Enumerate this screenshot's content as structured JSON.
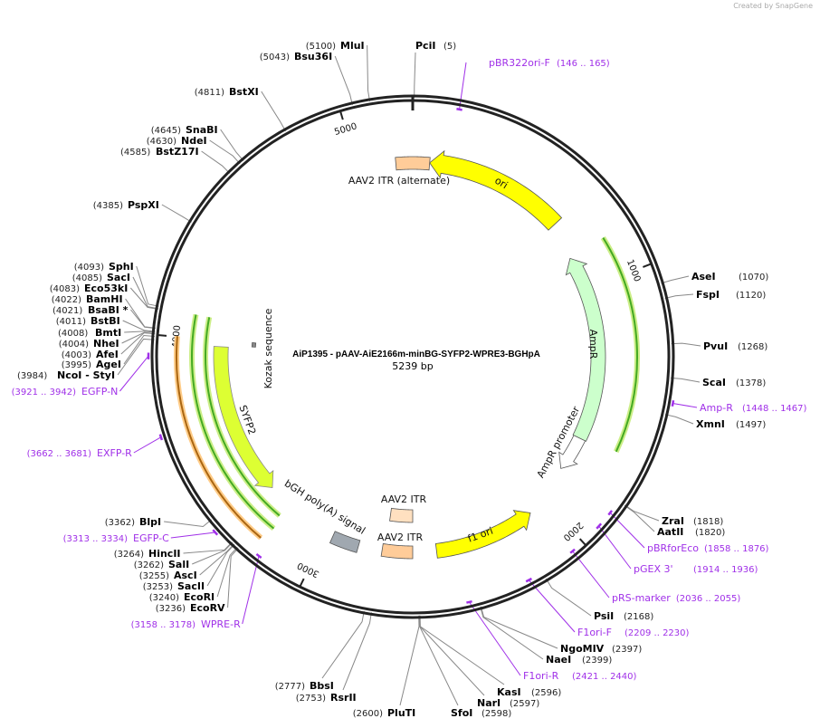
{
  "watermark": "Created by SnapGene",
  "map": {
    "title": "AiP1395 - pAAV-AiE2166m-minBG-SYFP2-WPRE3-BGHpA",
    "length": "5239 bp",
    "total_bp": 5239,
    "ticks": [
      "1000",
      "2000",
      "3000",
      "4000",
      "5000"
    ]
  },
  "colors": {
    "primer": "#a030e8",
    "ori": "#ffff00",
    "ampr": "#ccffcc",
    "itr": "#ffcc99",
    "syfp2": "#ddff33",
    "bgh": "#a0a8b0",
    "green_arc": "#44aa22",
    "orange_arc": "#ffcc88"
  },
  "enzymes": [
    {
      "name": "PciI",
      "pos": "(5)",
      "bp": 5
    },
    {
      "name": "AseI",
      "pos": "(1070)",
      "bp": 1070
    },
    {
      "name": "FspI",
      "pos": "(1120)",
      "bp": 1120
    },
    {
      "name": "PvuI",
      "pos": "(1268)",
      "bp": 1268
    },
    {
      "name": "ScaI",
      "pos": "(1378)",
      "bp": 1378
    },
    {
      "name": "XmnI",
      "pos": "(1497)",
      "bp": 1497
    },
    {
      "name": "ZraI",
      "pos": "(1818)",
      "bp": 1818
    },
    {
      "name": "AatII",
      "pos": "(1820)",
      "bp": 1820
    },
    {
      "name": "PsiI",
      "pos": "(2168)",
      "bp": 2168
    },
    {
      "name": "NgoMIV",
      "pos": "(2397)",
      "bp": 2397
    },
    {
      "name": "NaeI",
      "pos": "(2399)",
      "bp": 2399
    },
    {
      "name": "KasI",
      "pos": "(2596)",
      "bp": 2596
    },
    {
      "name": "NarI",
      "pos": "(2597)",
      "bp": 2597
    },
    {
      "name": "SfoI",
      "pos": "(2598)",
      "bp": 2598
    },
    {
      "name": "PluTI",
      "pos": "(2600)",
      "bp": 2600
    },
    {
      "name": "RsrII",
      "pos": "(2753)",
      "bp": 2753
    },
    {
      "name": "BbsI",
      "pos": "(2777)",
      "bp": 2777
    },
    {
      "name": "BlpI",
      "pos": "(3362)",
      "bp": 3362
    },
    {
      "name": "HincII",
      "pos": "(3264)",
      "bp": 3264
    },
    {
      "name": "SalI",
      "pos": "(3262)",
      "bp": 3262
    },
    {
      "name": "AscI",
      "pos": "(3255)",
      "bp": 3255
    },
    {
      "name": "SacII",
      "pos": "(3253)",
      "bp": 3253
    },
    {
      "name": "EcoRI",
      "pos": "(3240)",
      "bp": 3240
    },
    {
      "name": "EcoRV",
      "pos": "(3236)",
      "bp": 3236
    },
    {
      "name": "NcoI  - StyI",
      "pos": "(3984)",
      "bp": 3984
    },
    {
      "name": "AgeI",
      "pos": "(3995)",
      "bp": 3995
    },
    {
      "name": "AfeI",
      "pos": "(4003)",
      "bp": 4003
    },
    {
      "name": "NheI",
      "pos": "(4004)",
      "bp": 4004
    },
    {
      "name": "BmtI",
      "pos": "(4008)",
      "bp": 4008
    },
    {
      "name": "BstBI",
      "pos": "(4011)",
      "bp": 4011
    },
    {
      "name": "BsaBI *",
      "pos": "(4021)",
      "bp": 4021
    },
    {
      "name": "BamHI",
      "pos": "(4022)",
      "bp": 4022
    },
    {
      "name": "Eco53kI",
      "pos": "(4083)",
      "bp": 4083
    },
    {
      "name": "SacI",
      "pos": "(4085)",
      "bp": 4085
    },
    {
      "name": "SphI",
      "pos": "(4093)",
      "bp": 4093
    },
    {
      "name": "PspXI",
      "pos": "(4385)",
      "bp": 4385
    },
    {
      "name": "BstZ17I",
      "pos": "(4585)",
      "bp": 4585
    },
    {
      "name": "NdeI",
      "pos": "(4630)",
      "bp": 4630
    },
    {
      "name": "SnaBI",
      "pos": "(4645)",
      "bp": 4645
    },
    {
      "name": "BstXI",
      "pos": "(4811)",
      "bp": 4811
    },
    {
      "name": "Bsu36I",
      "pos": "(5043)",
      "bp": 5043
    },
    {
      "name": "MluI",
      "pos": "(5100)",
      "bp": 5100
    }
  ],
  "primers": [
    {
      "name": "pBR322ori-F",
      "range": "(146 .. 165)",
      "start": 146,
      "end": 165
    },
    {
      "name": "Amp-R",
      "range": "(1448 .. 1467)",
      "start": 1448,
      "end": 1467
    },
    {
      "name": "pBRforEco",
      "range": "(1858 .. 1876)",
      "start": 1858,
      "end": 1876
    },
    {
      "name": "pGEX 3'",
      "range": "(1914 .. 1936)",
      "start": 1914,
      "end": 1936
    },
    {
      "name": "pRS-marker",
      "range": "(2036 .. 2055)",
      "start": 2036,
      "end": 2055
    },
    {
      "name": "F1ori-F",
      "range": "(2209 .. 2230)",
      "start": 2209,
      "end": 2230
    },
    {
      "name": "F1ori-R",
      "range": "(2421 .. 2440)",
      "start": 2421,
      "end": 2440
    },
    {
      "name": "WPRE-R",
      "range": "(3158 .. 3178)",
      "start": 3158,
      "end": 3178
    },
    {
      "name": "EGFP-C",
      "range": "(3313 .. 3334)",
      "start": 3313,
      "end": 3334
    },
    {
      "name": "EXFP-R",
      "range": "(3662 .. 3681)",
      "start": 3662,
      "end": 3681
    },
    {
      "name": "EGFP-N",
      "range": "(3921 .. 3942)",
      "start": 3921,
      "end": 3942
    }
  ],
  "features": {
    "ori": "ori",
    "itr_alt": "AAV2 ITR (alternate)",
    "ampr": "AmpR",
    "ampr_promoter": "AmpR promoter",
    "f1ori": "f1 ori",
    "itr1": "AAV2 ITR",
    "itr2": "AAV2 ITR",
    "bgh": "bGH poly(A) signal",
    "syfp2": "SYFP2",
    "kozak": "Kozak sequence"
  }
}
